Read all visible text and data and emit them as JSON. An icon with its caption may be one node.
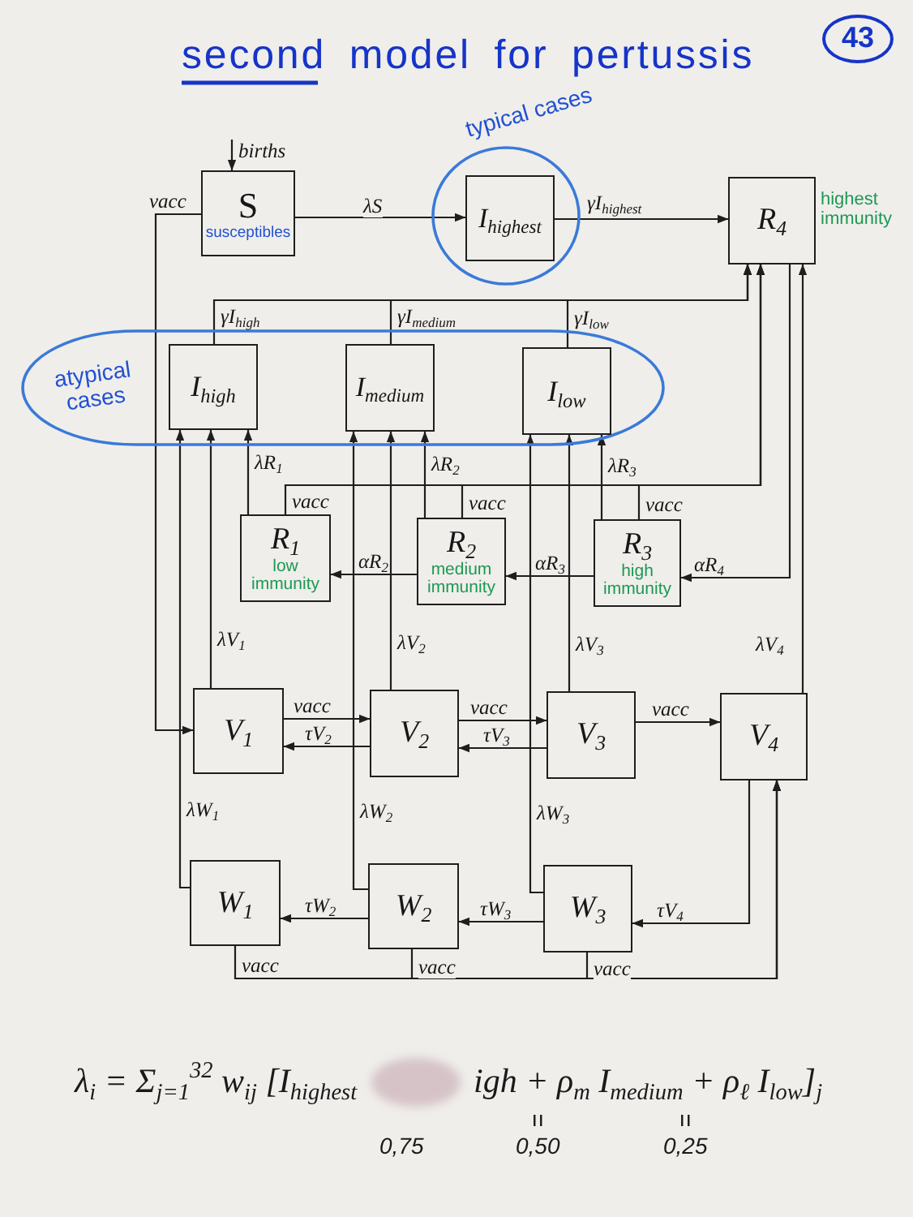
{
  "diagram": {
    "title": "second model for pertussis",
    "nodes": [
      {
        "text": [
          "S",
          "susceptibles"
        ]
      },
      {
        "text": [
          "typical cases"
        ]
      },
      {
        "text": [
          "I$_{highest}$"
        ],
        "in": 1
      },
      {
        "text": [
          "R$_{4}$"
        ],
        "beside": [
          "highest immunity"
        ]
      },
      {
        "text": [
          "atypical cases"
        ]
      },
      {
        "text": [
          "I$_{high}$"
        ],
        "in": 4
      },
      {
        "text": [
          "I$_{medium}$"
        ],
        "in": 4
      },
      {
        "text": [
          "I$_{low}$"
        ],
        "in": 4
      },
      {
        "text": [
          "R$_{1}$",
          "low immunity"
        ]
      },
      {
        "text": [
          "R$_{2}$",
          "medium immunity"
        ]
      },
      {
        "text": [
          "R$_{3}$",
          "high immunity"
        ]
      },
      {
        "text": [
          "V$_{1}$"
        ]
      },
      {
        "text": [
          "V$_{2}$"
        ]
      },
      {
        "text": [
          "V$_{3}$"
        ]
      },
      {
        "text": [
          "V$_{4}$"
        ]
      },
      {
        "text": [
          "W$_{1}$"
        ]
      },
      {
        "text": [
          "W$_{2}$"
        ]
      },
      {
        "text": [
          "W$_{3}$"
        ]
      }
    ],
    "edges": [
      {
        "from": null,
        "to": 0,
        "arrow": "to",
        "label": "births"
      },
      {
        "from": 0,
        "to": 2,
        "arrow": "to",
        "label": "λS"
      },
      {
        "from": 2,
        "to": 3,
        "arrow": "to",
        "label": "γI$_{highest}$"
      },
      {
        "from": 0,
        "to": 11,
        "arrow": "to",
        "label": "vacc"
      },
      {
        "from": 5,
        "to": 3,
        "arrow": "to",
        "label": "γI$_{high}$"
      },
      {
        "from": 6,
        "to": 3,
        "arrow": "to",
        "label": "γI$_{medium}$"
      },
      {
        "from": 7,
        "to": 3,
        "arrow": "to",
        "label": "γI$_{low}$"
      },
      {
        "from": 8,
        "to": 5,
        "arrow": "to",
        "label": "λR$_{1}$"
      },
      {
        "from": 9,
        "to": 6,
        "arrow": "to",
        "label": "λR$_{2}$"
      },
      {
        "from": 10,
        "to": 7,
        "arrow": "to",
        "label": "λR$_{3}$"
      },
      {
        "from": 8,
        "to": 3,
        "arrow": "to",
        "label": "vacc"
      },
      {
        "from": 9,
        "to": 3,
        "arrow": "to",
        "label": "vacc"
      },
      {
        "from": 10,
        "to": 3,
        "arrow": "to",
        "label": "vacc"
      },
      {
        "from": 9,
        "to": 8,
        "arrow": "to",
        "label": "αR$_{2}$"
      },
      {
        "from": 10,
        "to": 9,
        "arrow": "to",
        "label": "αR$_{3}$"
      },
      {
        "from": 3,
        "to": 10,
        "arrow": "to",
        "label": "αR$_{4}$"
      },
      {
        "from": 11,
        "to": 5,
        "arrow": "to",
        "label": "λV$_{1}$"
      },
      {
        "from": 12,
        "to": 6,
        "arrow": "to",
        "label": "λV$_{2}$"
      },
      {
        "from": 13,
        "to": 7,
        "arrow": "to",
        "label": "λV$_{3}$"
      },
      {
        "from": 14,
        "to": 3,
        "arrow": "to",
        "label": "λV$_{4}$"
      },
      {
        "from": 11,
        "to": 12,
        "arrow": "to",
        "label": "vacc"
      },
      {
        "from": 12,
        "to": 11,
        "arrow": "to",
        "label": "τV$_{2}$"
      },
      {
        "from": 12,
        "to": 13,
        "arrow": "to",
        "label": "vacc"
      },
      {
        "from": 13,
        "to": 12,
        "arrow": "to",
        "label": "τV$_{3}$"
      },
      {
        "from": 13,
        "to": 14,
        "arrow": "to",
        "label": "vacc"
      },
      {
        "from": 15,
        "to": 5,
        "arrow": "to",
        "label": "λW$_{1}$"
      },
      {
        "from": 16,
        "to": 6,
        "arrow": "to",
        "label": "λW$_{2}$"
      },
      {
        "from": 17,
        "to": 7,
        "arrow": "to",
        "label": "λW$_{3}$"
      },
      {
        "from": 16,
        "to": 15,
        "arrow": "to",
        "label": "τW$_{2}$"
      },
      {
        "from": 17,
        "to": 16,
        "arrow": "to",
        "label": "τW$_{3}$"
      },
      {
        "from": 14,
        "to": 17,
        "arrow": "to",
        "label": "τV$_{4}$"
      },
      {
        "from": 15,
        "to": 14,
        "arrow": "to",
        "label": "vacc"
      },
      {
        "from": 16,
        "to": 14,
        "arrow": "to",
        "label": "vacc"
      },
      {
        "from": 17,
        "to": 14,
        "arrow": "to",
        "label": "vacc"
      }
    ],
    "labels": [
      "43",
      "λ$_{i}$ = Σ$_{j=1}$$^{32}$ w$_{ij}$ [I$_{highest}$",
      "igh + ρ$_{m}$ I$_{medium}$ + ρ$_{ℓ}$ I$_{low}$]$_{j}$",
      "0,75",
      "0,50",
      "0,25"
    ]
  }
}
